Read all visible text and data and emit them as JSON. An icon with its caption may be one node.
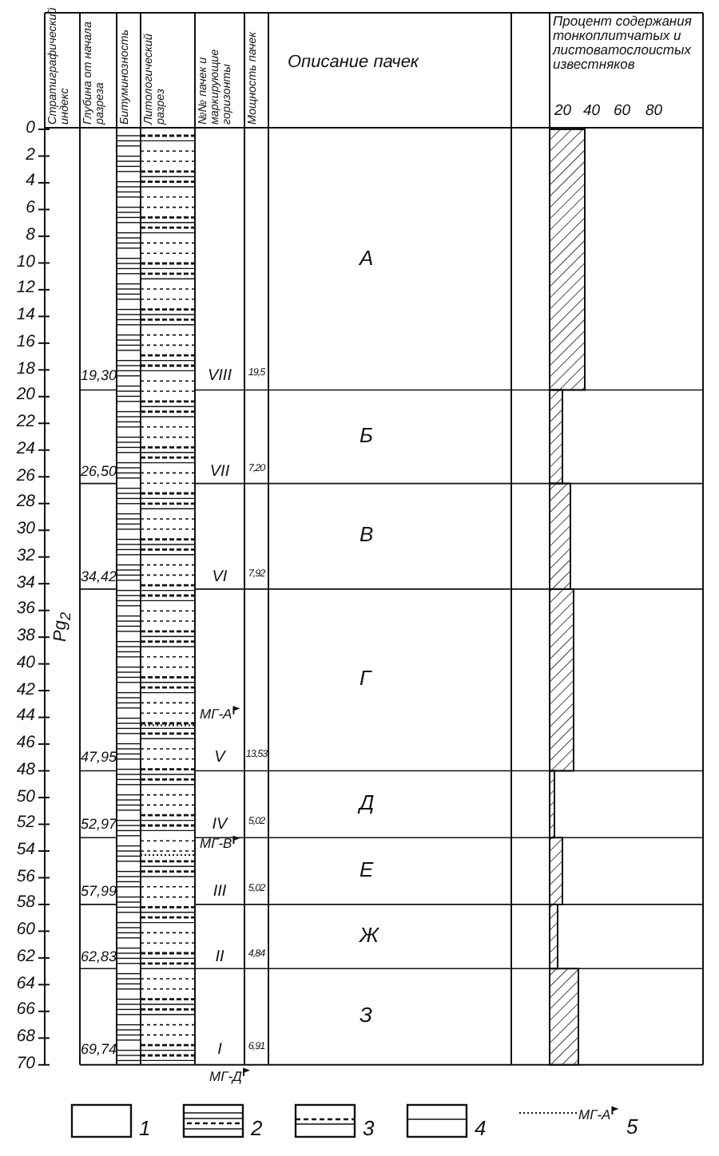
{
  "diagram": {
    "labels": [
      "Стратиграфический индекс",
      "Глубина от начала разреза",
      "Битуминозность",
      "Литологический разрез",
      "№№ пачек и маркирующие горизонты",
      "Мощность пачек",
      "Описание пачек",
      "Процент содержания тонкоплитчатых и листоватослоистых известняков",
      "20",
      "40",
      "60",
      "80",
      "0",
      "2",
      "4",
      "6",
      "8",
      "10",
      "12",
      "14",
      "16",
      "18",
      "20",
      "22",
      "24",
      "26",
      "28",
      "30",
      "32",
      "34",
      "36",
      "38",
      "40",
      "42",
      "44",
      "46",
      "48",
      "50",
      "52",
      "54",
      "56",
      "58",
      "60",
      "62",
      "64",
      "66",
      "68",
      "70",
      "Pg$_{2}$",
      "А",
      "19,30",
      "VIII",
      "19,5",
      "Б",
      "26,50",
      "VII",
      "7,20",
      "В",
      "34,42",
      "VI",
      "7,92",
      "Г",
      "47,95",
      "V",
      "13,53",
      "Д",
      "52,97",
      "IV",
      "5,02",
      "Е",
      "57,99",
      "III",
      "5,02",
      "Ж",
      "62,83",
      "II",
      "4,84",
      "З",
      "69,74",
      "I",
      "6,91",
      "МГ-А",
      "МГ-В",
      "МГ-Д",
      "МГ-А"
    ],
    "legend": [
      {
        "text": "1"
      },
      {
        "text": "2"
      },
      {
        "text": "3"
      },
      {
        "text": "4"
      },
      {
        "text": "5"
      }
    ]
  }
}
